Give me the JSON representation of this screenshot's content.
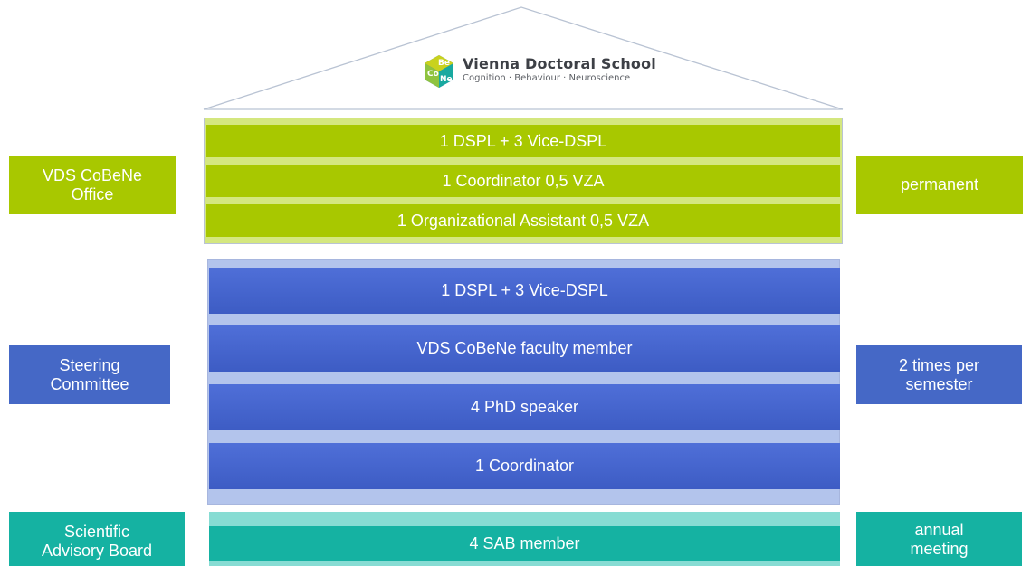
{
  "logo": {
    "title": "Vienna Doctoral School",
    "subtitle": "Cognition · Behaviour · Neuroscience",
    "mark_letters": [
      "Co",
      "Be",
      "Ne"
    ],
    "colors": {
      "yellow": "#c9d21d",
      "teal": "#18a9a0",
      "blue": "#2a6cc4",
      "green": "#8fc33f"
    }
  },
  "office": {
    "side_label": "VDS CoBeNe\nOffice",
    "frequency": "permanent",
    "bars": [
      "1 DSPL + 3 Vice-DSPL",
      "1 Coordinator 0,5 VZA",
      "1 Organizational Assistant 0,5 VZA"
    ]
  },
  "steering": {
    "side_label": "Steering\nCommittee",
    "frequency": "2 times per\nsemester",
    "bars": [
      "1 DSPL + 3 Vice-DSPL",
      "VDS CoBeNe faculty member",
      "4 PhD speaker",
      "1 Coordinator"
    ]
  },
  "sab": {
    "side_label": "Scientific\nAdvisory Board",
    "frequency": "annual\nmeeting",
    "bars": [
      "4 SAB member"
    ]
  },
  "colors": {
    "green": "#a8c800",
    "green_light": "#d4e77f",
    "blue": "#4568c6",
    "blue_light": "#b3c4ec",
    "teal": "#15b2a2",
    "teal_light": "#87dcd3"
  }
}
